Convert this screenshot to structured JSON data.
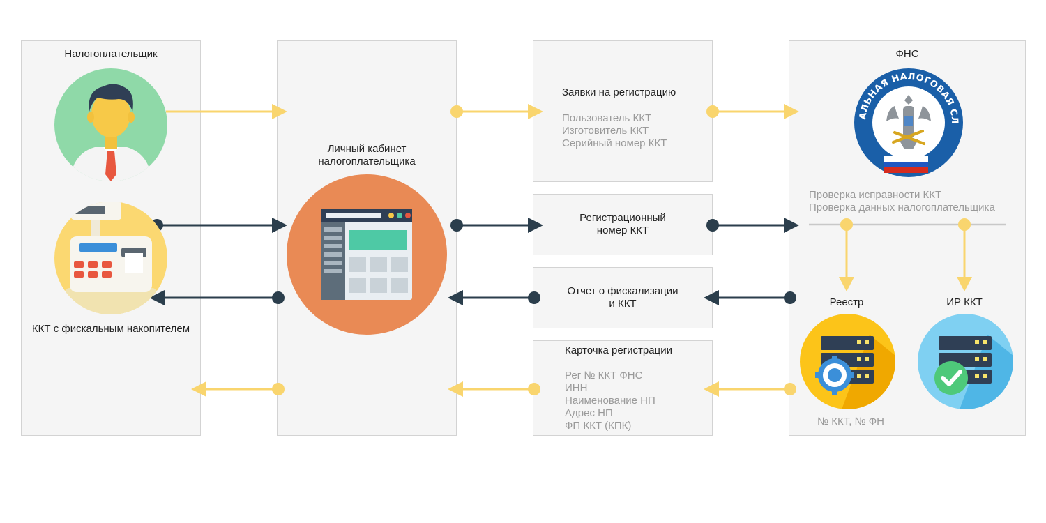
{
  "columns": {
    "taxpayer": {
      "title": "Налогоплательщик",
      "kkt_label": "ККТ с фискальным накопителем"
    },
    "cabinet": {
      "title_line1": "Личный кабинет",
      "title_line2": "налогоплательщика"
    },
    "fns": {
      "title": "ФНС",
      "logo_text": "ФЕДЕРАЛЬНАЯ НАЛОГОВАЯ СЛУЖБА",
      "checks": [
        "Проверка исправности ККТ",
        "Проверка данных налогоплательщика"
      ],
      "registry_label": "Реестр",
      "ir_label": "ИР ККТ",
      "registry_note": "№ ККТ, № ФН"
    }
  },
  "messages": {
    "application": {
      "title": "Заявки на регистрацию",
      "items": [
        "Пользователь ККТ",
        "Изготовитель ККТ",
        "Серийный номер ККТ"
      ]
    },
    "reg_number": {
      "line1": "Регистрационный",
      "line2": "номер ККТ"
    },
    "report": {
      "line1": "Отчет о фискализации",
      "line2": "и ККТ"
    },
    "card": {
      "title": "Карточка регистрации",
      "items": [
        "Рег № ККТ ФНС",
        "ИНН",
        "Наименование НП",
        "Адрес НП",
        "ФП ККТ (КПК)"
      ]
    }
  },
  "colors": {
    "yellow_arrow": "#f9d56e",
    "dark_arrow": "#2b3e4c",
    "panel_bg": "#f5f5f5",
    "panel_border": "#d3d3d3",
    "muted_text": "#9a9a9a",
    "cabinet_circle": "#e98a55",
    "person_circle": "#8fd9a8",
    "kkt_circle": "#fbd871",
    "registry_circle": "#fcc419",
    "ir_circle": "#7fd0f2"
  },
  "icons": [
    "person-avatar-icon",
    "cash-register-icon",
    "browser-window-icon",
    "fns-emblem-icon",
    "server-gear-icon",
    "server-check-icon"
  ]
}
